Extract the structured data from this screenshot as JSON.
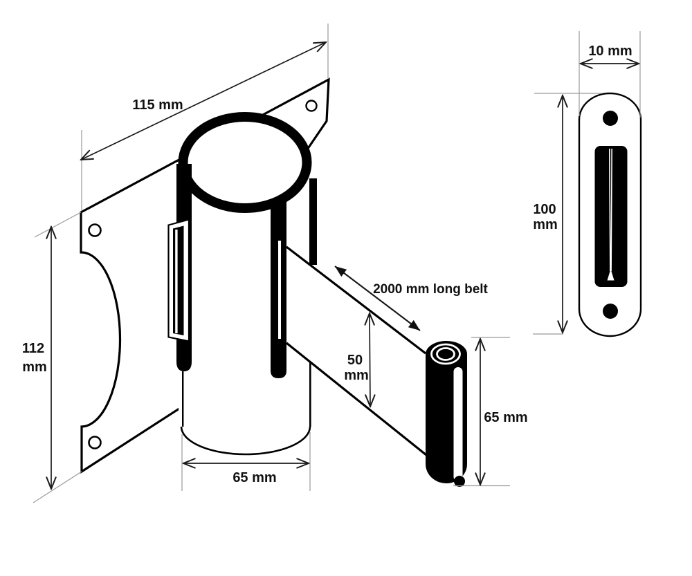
{
  "colors": {
    "ink": "#111111",
    "drawing_line": "#000000",
    "extension_line": "#999999",
    "background": "#ffffff"
  },
  "dimensions": {
    "plate_width": "115 mm",
    "plate_height_value": "112",
    "plate_height_unit": "mm",
    "drum_diameter": "65 mm",
    "belt_width_value": "50",
    "belt_width_unit": "mm",
    "belt_length_note": "2000 mm long belt",
    "end_clip_height": "65 mm",
    "wall_receiver_width": "10 mm",
    "wall_receiver_height_value": "100",
    "wall_receiver_height_unit": "mm"
  }
}
